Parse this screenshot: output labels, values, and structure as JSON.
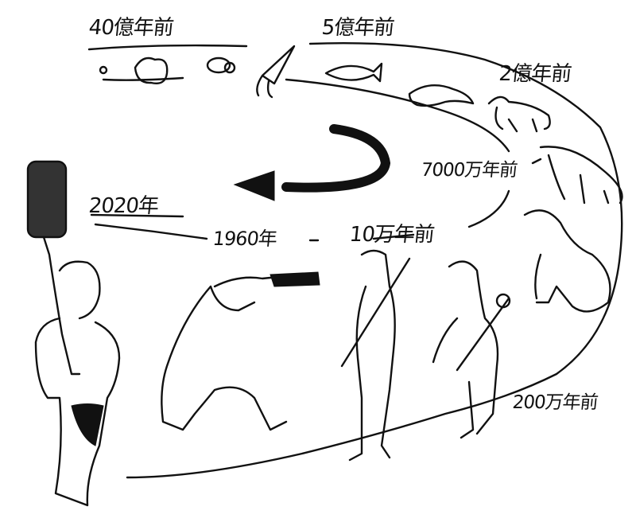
{
  "labels": {
    "bya40": "40億年前",
    "bya5": "5億年前",
    "bya2": "2億年前",
    "mya70": "7000万年前",
    "y2020": "2020年",
    "y1960": "1960年",
    "ky100": "10万年前",
    "mya2": "200万年前"
  },
  "colors": {
    "ink": "#111111",
    "background": "#ffffff"
  }
}
